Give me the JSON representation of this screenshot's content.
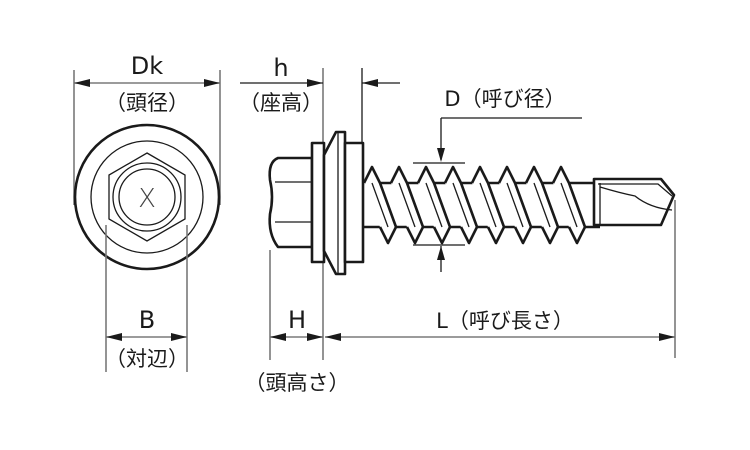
{
  "title": "Hex washer head self-drilling screw dimension diagram",
  "colors": {
    "line": "#1a1a1a",
    "dimension_line": "#7a7a7a",
    "background": "#ffffff"
  },
  "labels": {
    "dk": {
      "symbol": "Dk",
      "meaning": "（頭径）"
    },
    "b": {
      "symbol": "B",
      "meaning": "（対辺）"
    },
    "h_small": {
      "symbol": "h",
      "meaning": "（座高）"
    },
    "h_big": {
      "symbol": "H",
      "meaning": "（頭高さ）"
    },
    "d": {
      "text": "D（呼び径）"
    },
    "l": {
      "text": "L（呼び長さ）"
    }
  },
  "head_view": {
    "center_mark": "X"
  }
}
